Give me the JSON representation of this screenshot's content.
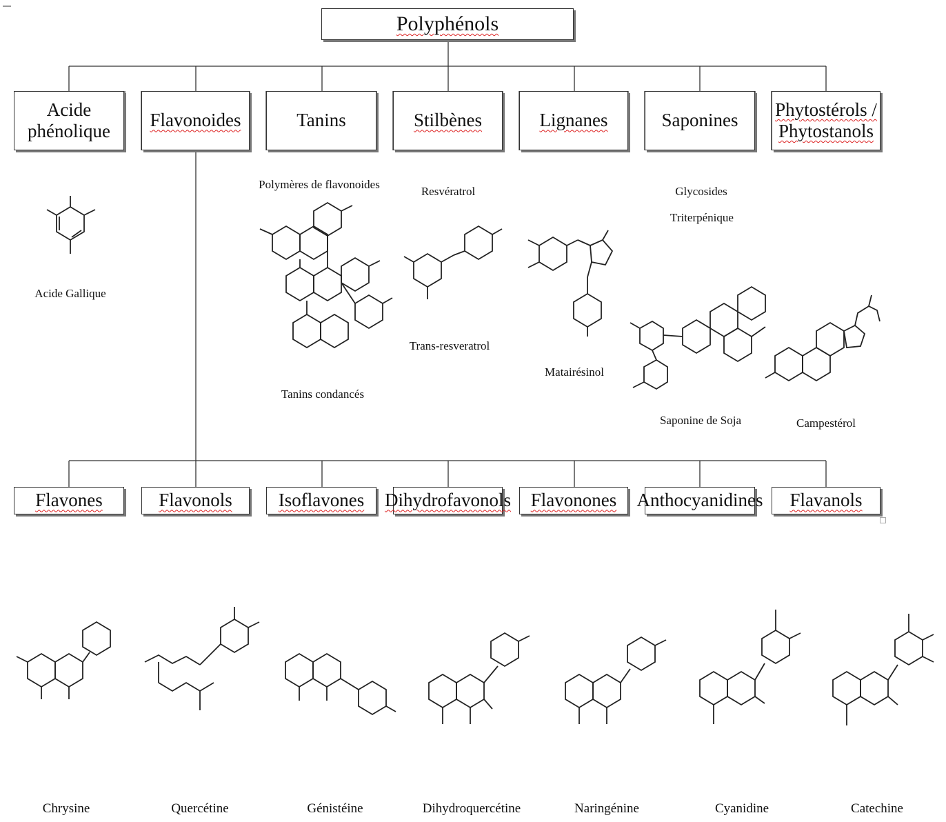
{
  "root": {
    "label": "Polyphénols"
  },
  "classes": [
    {
      "label": "Acide phénolique"
    },
    {
      "label": "Flavonoides"
    },
    {
      "label": "Tanins"
    },
    {
      "label": "Stilbènes"
    },
    {
      "label": "Lignanes"
    },
    {
      "label": "Saponines"
    },
    {
      "label": "Phytostérols /",
      "label2": "Phytostanols"
    }
  ],
  "class_examples": {
    "acide": {
      "name": "Acide Gallique"
    },
    "tanins": {
      "top": "Polymères de flavonoides",
      "bottom": "Tanins condancés"
    },
    "stilbenes": {
      "top": "Resvératrol",
      "bottom": "Trans-resveratrol"
    },
    "lignanes": {
      "bottom": "Matairésinol"
    },
    "saponines": {
      "top": "Glycosides",
      "top2": "Triterpénique",
      "bottom": "Saponine de Soja"
    },
    "phyto": {
      "bottom": "Campestérol"
    }
  },
  "subclasses": [
    {
      "label": "Flavones"
    },
    {
      "label": "Flavonols"
    },
    {
      "label": "Isoflavones"
    },
    {
      "label": "Dihydrofavonols"
    },
    {
      "label": "Flavonones"
    },
    {
      "label": "Anthocyanidines"
    },
    {
      "label": "Flavanols"
    }
  ],
  "flavonoid_examples": [
    {
      "name": "Chrysine"
    },
    {
      "name": "Quercétine"
    },
    {
      "name": "Génistéine"
    },
    {
      "name": "Dihydroquercétine"
    },
    {
      "name": "Naringénine"
    },
    {
      "name": "Cyanidine"
    },
    {
      "name": "Catechine"
    }
  ],
  "colors": {
    "line": "#333333",
    "shadow": "#777777",
    "spellcheck": "#dd2222"
  }
}
